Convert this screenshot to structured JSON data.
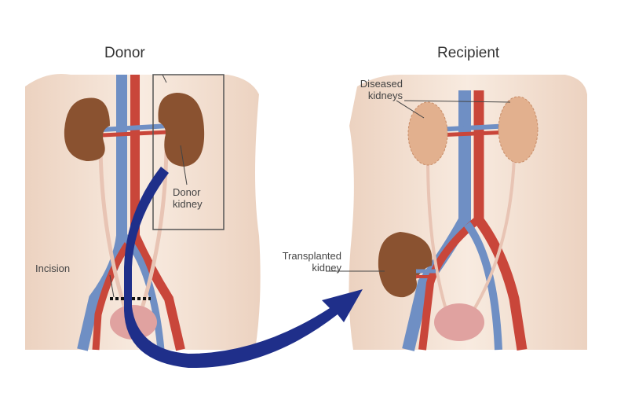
{
  "titles": {
    "donor": "Donor",
    "recipient": "Recipient"
  },
  "labels": {
    "donor_kidney_line1": "Donor",
    "donor_kidney_line2": "kidney",
    "incision": "Incision",
    "diseased_line1": "Diseased",
    "diseased_line2": "kidneys",
    "transplanted_line1": "Transplanted",
    "transplanted_line2": "kidney"
  },
  "colors": {
    "skin": "#f4e2d4",
    "artery": "#c9463a",
    "vein": "#6f8fc4",
    "kidney": "#8a5230",
    "arrow": "#1f2f8a",
    "bladder": "#e0a2a0"
  }
}
